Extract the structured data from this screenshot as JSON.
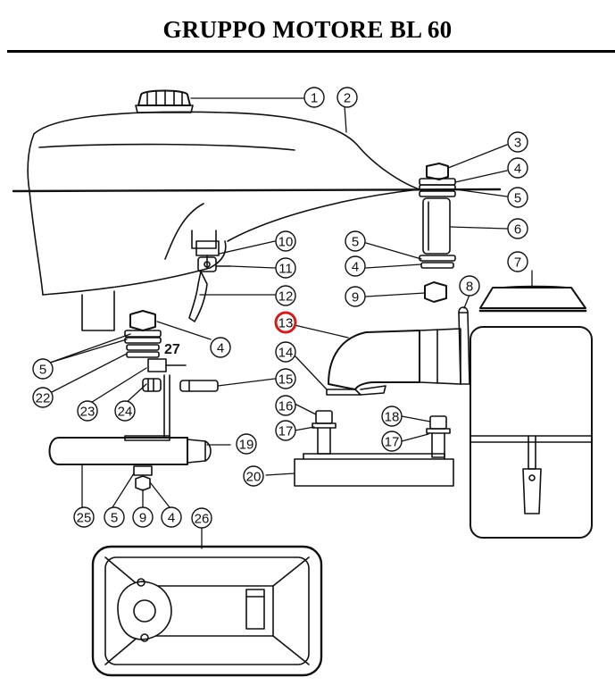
{
  "title": "GRUPPO MOTORE BL 60",
  "highlight_color": "#cc1f1f",
  "callouts": [
    {
      "label": "1"
    },
    {
      "label": "2"
    },
    {
      "label": "3"
    },
    {
      "label": "4"
    },
    {
      "label": "5"
    },
    {
      "label": "6"
    },
    {
      "label": "10"
    },
    {
      "label": "11"
    },
    {
      "label": "12"
    },
    {
      "label": "5"
    },
    {
      "label": "4"
    },
    {
      "label": "9"
    },
    {
      "label": "7"
    },
    {
      "label": "8"
    },
    {
      "label": "13",
      "highlighted": true
    },
    {
      "label": "14"
    },
    {
      "label": "15"
    },
    {
      "label": "16"
    },
    {
      "label": "17"
    },
    {
      "label": "18"
    },
    {
      "label": "17"
    },
    {
      "label": "4"
    },
    {
      "label": "5"
    },
    {
      "label": "22"
    },
    {
      "label": "23"
    },
    {
      "label": "24"
    },
    {
      "label": "19"
    },
    {
      "label": "20"
    },
    {
      "label": "25"
    },
    {
      "label": "5"
    },
    {
      "label": "9"
    },
    {
      "label": "4"
    },
    {
      "label": "26"
    }
  ],
  "inline_labels": {
    "part_27": "27"
  }
}
